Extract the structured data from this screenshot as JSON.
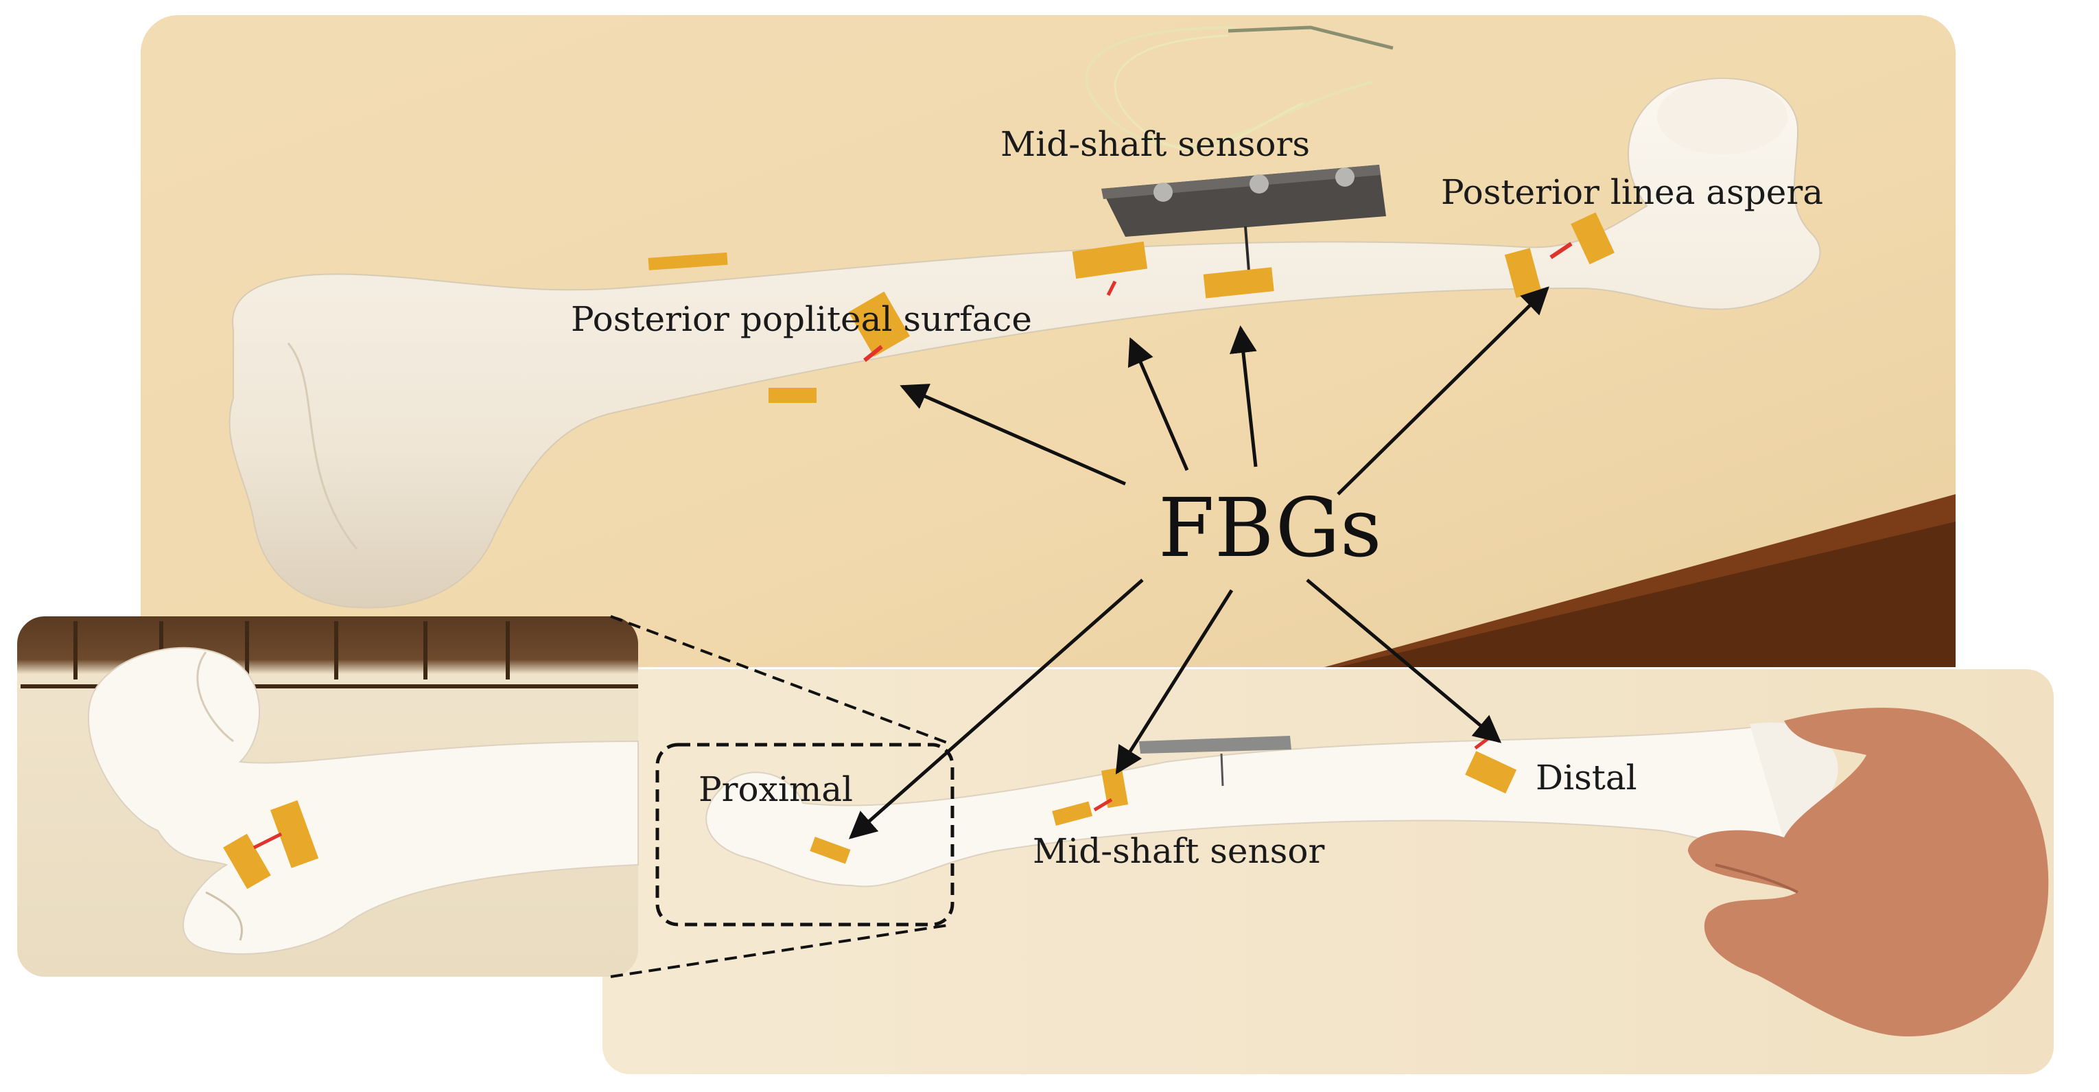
{
  "figure": {
    "hub_label": "FBGs",
    "labels": {
      "mid_shaft_sensors": "Mid-shaft sensors",
      "posterior_linea_aspera": "Posterior linea aspera",
      "posterior_popliteal_surface": "Posterior popliteal surface",
      "proximal": "Proximal",
      "distal": "Distal",
      "mid_shaft_sensor": "Mid-shaft sensor"
    },
    "colors": {
      "table_surface": "#efd9b0",
      "bone": "#f4ede2",
      "tape": "#e8a82a",
      "grating": "#e0332b",
      "arrow": "#111111",
      "wood_edge": "#7a3d18",
      "skin": "#c98563"
    }
  }
}
